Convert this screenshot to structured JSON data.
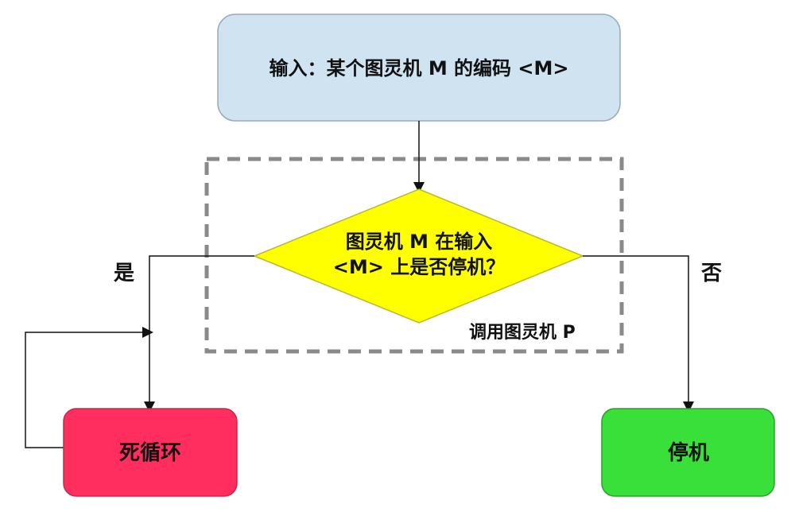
{
  "nodes": {
    "input": {
      "text": "输入：某个图灵机 M 的编码 <M>",
      "fill": "#cfe3f1",
      "stroke": "#9aa9b7"
    },
    "decision": {
      "line1": "图灵机 M 在输入",
      "line2": "<M> 上是否停机？",
      "fill": "#ffff00",
      "stroke": "#b9b92f"
    },
    "infinite_loop": {
      "text": "死循环",
      "fill": "#ff2e5f",
      "stroke": "#c22a4c"
    },
    "halt": {
      "text": "停机",
      "fill": "#39e039",
      "stroke": "#2aa02a"
    }
  },
  "group": {
    "label": "调用图灵机 P",
    "stroke": "#8a8a8a"
  },
  "edges": {
    "yes_label": "是",
    "no_label": "否"
  },
  "colors": {
    "line": "#111111"
  }
}
